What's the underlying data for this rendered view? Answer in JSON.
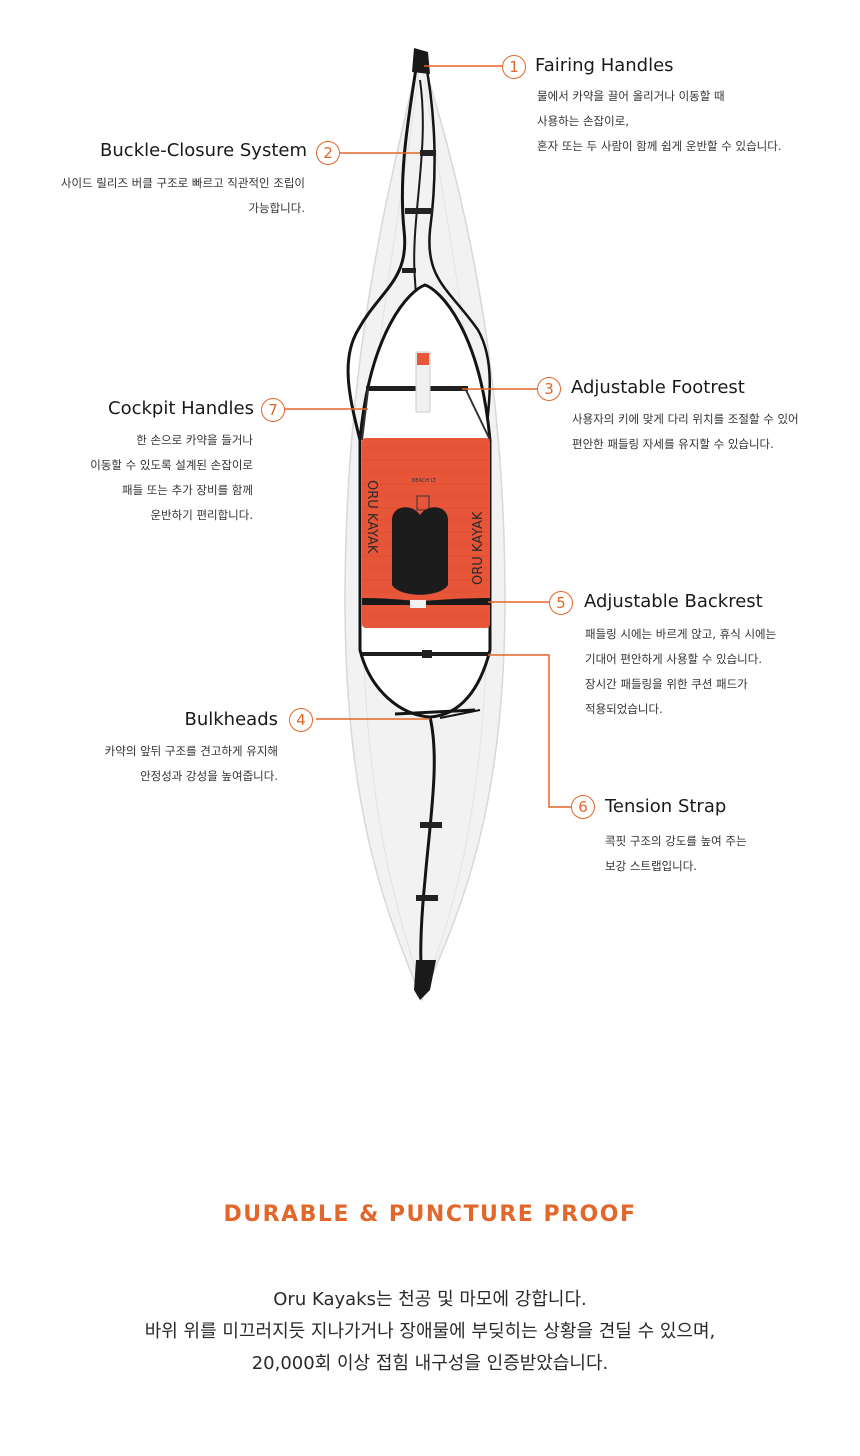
{
  "callouts": [
    {
      "num": "1",
      "title": "Fairing Handles",
      "desc": [
        "물에서 카약을 끌어 올리거나 이동할 때",
        "사용하는 손잡이로,",
        "혼자 또는 두 사람이 함께 쉽게 운반할 수 있습니다."
      ]
    },
    {
      "num": "2",
      "title": "Buckle-Closure System",
      "desc": [
        "사이드 릴리즈 버클 구조로 빠르고 직관적인 조립이",
        "가능합니다."
      ]
    },
    {
      "num": "3",
      "title": "Adjustable Footrest",
      "desc": [
        "사용자의 키에 맞게 다리 위치를 조절할 수 있어",
        "편안한 패들링 자세를 유지할 수 있습니다."
      ]
    },
    {
      "num": "7",
      "title": "Cockpit Handles",
      "desc": [
        "한 손으로 카약을 들거나",
        "이동할 수 있도록 설계된 손잡이로",
        "패들 또는 추가 장비를 함께",
        "운반하기 편리합니다."
      ]
    },
    {
      "num": "5",
      "title": "Adjustable Backrest",
      "desc": [
        "패들링 시에는 바르게 앉고, 휴식 시에는",
        "기대어 편안하게 사용할 수 있습니다.",
        "장시간 패들링을 위한 쿠션 패드가",
        "적용되었습니다."
      ]
    },
    {
      "num": "4",
      "title": "Bulkheads",
      "desc": [
        "카약의 앞뒤 구조를 견고하게 유지해",
        "안정성과 강성을 높여줍니다."
      ]
    },
    {
      "num": "6",
      "title": "Tension Strap",
      "desc": [
        "콕핏 구조의 강도를 높여 주는",
        "보강 스트랩입니다."
      ]
    }
  ],
  "kayak": {
    "brand_left": "ORU KAYAK",
    "brand_right": "ORU KAYAK",
    "model": "BEACH LT"
  },
  "section": {
    "headline": "DURABLE & PUNCTURE PROOF",
    "lines": [
      "Oru Kayaks는 천공 및 마모에 강합니다.",
      "바위 위를 미끄러지듯 지나가거나 장애물에 부딪히는 상황을 견딜 수 있으며,",
      "20,000회 이상 접힘 내구성을 인증받았습니다."
    ]
  },
  "colors": {
    "accent": "#e2672a",
    "seat": "#e8563a",
    "hull": "#f1f1f1"
  }
}
